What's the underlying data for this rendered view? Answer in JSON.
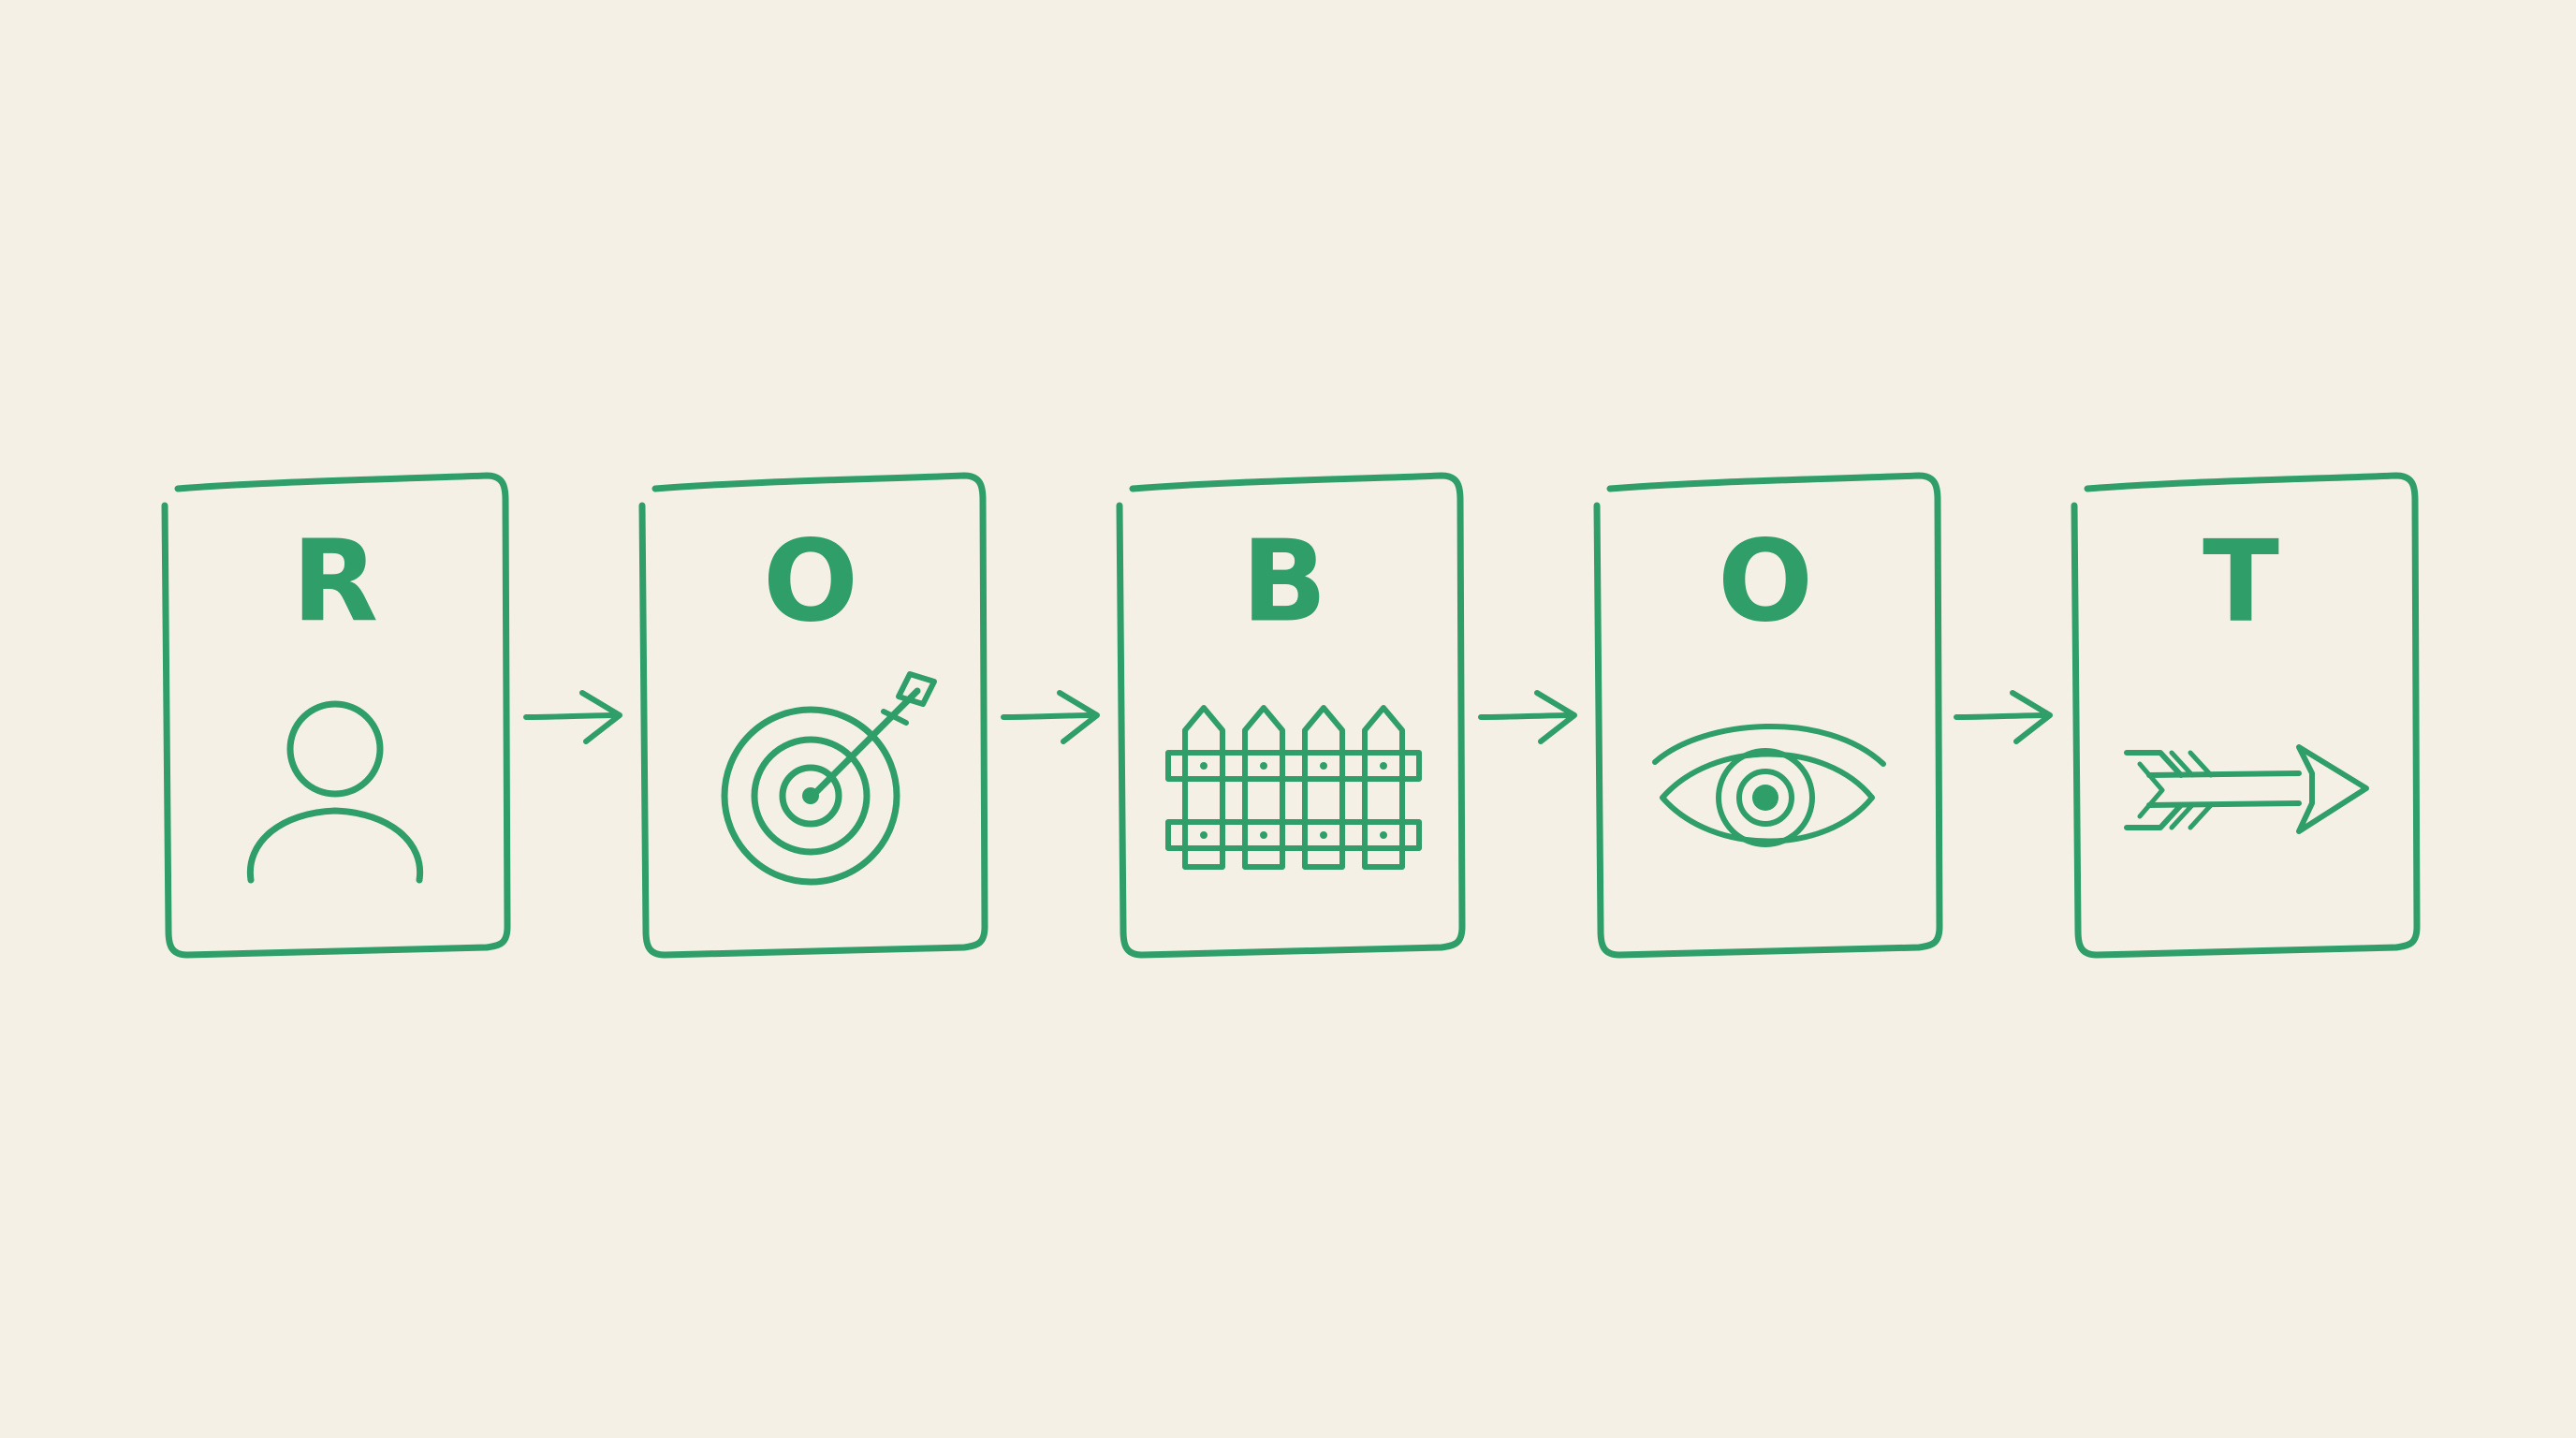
{
  "diagram": {
    "ink_color": "#2f9e68",
    "background_color": "#f5f0e6",
    "cards": [
      {
        "letter": "R",
        "icon": "person-icon"
      },
      {
        "letter": "O",
        "icon": "target-icon"
      },
      {
        "letter": "B",
        "icon": "fence-icon"
      },
      {
        "letter": "O",
        "icon": "eye-icon"
      },
      {
        "letter": "T",
        "icon": "arrow-icon"
      }
    ],
    "connectors": [
      "arrow-icon",
      "arrow-icon",
      "arrow-icon",
      "arrow-icon"
    ]
  }
}
